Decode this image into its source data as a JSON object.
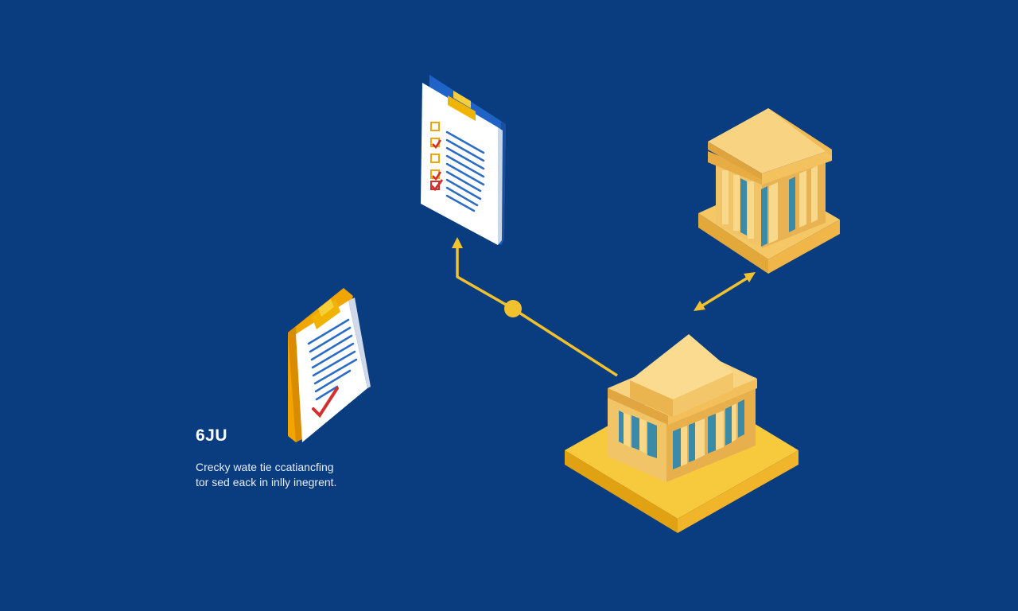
{
  "caption": {
    "title": "6JU",
    "lines": [
      "Crecky wate tie ccatiancfing",
      "tor sed eack in inlly inegrent."
    ]
  },
  "colors": {
    "background": "#0a3d7f",
    "connector": "#f2c12e",
    "building": "#f0c565",
    "document": "#ffffff",
    "document_lines": "#2b6cc4",
    "check": "#d32f2f"
  },
  "icons": [
    "clipboard-checklist-icon",
    "document-clipboard-icon",
    "bank-building-icon",
    "bank-building-platform-icon"
  ]
}
